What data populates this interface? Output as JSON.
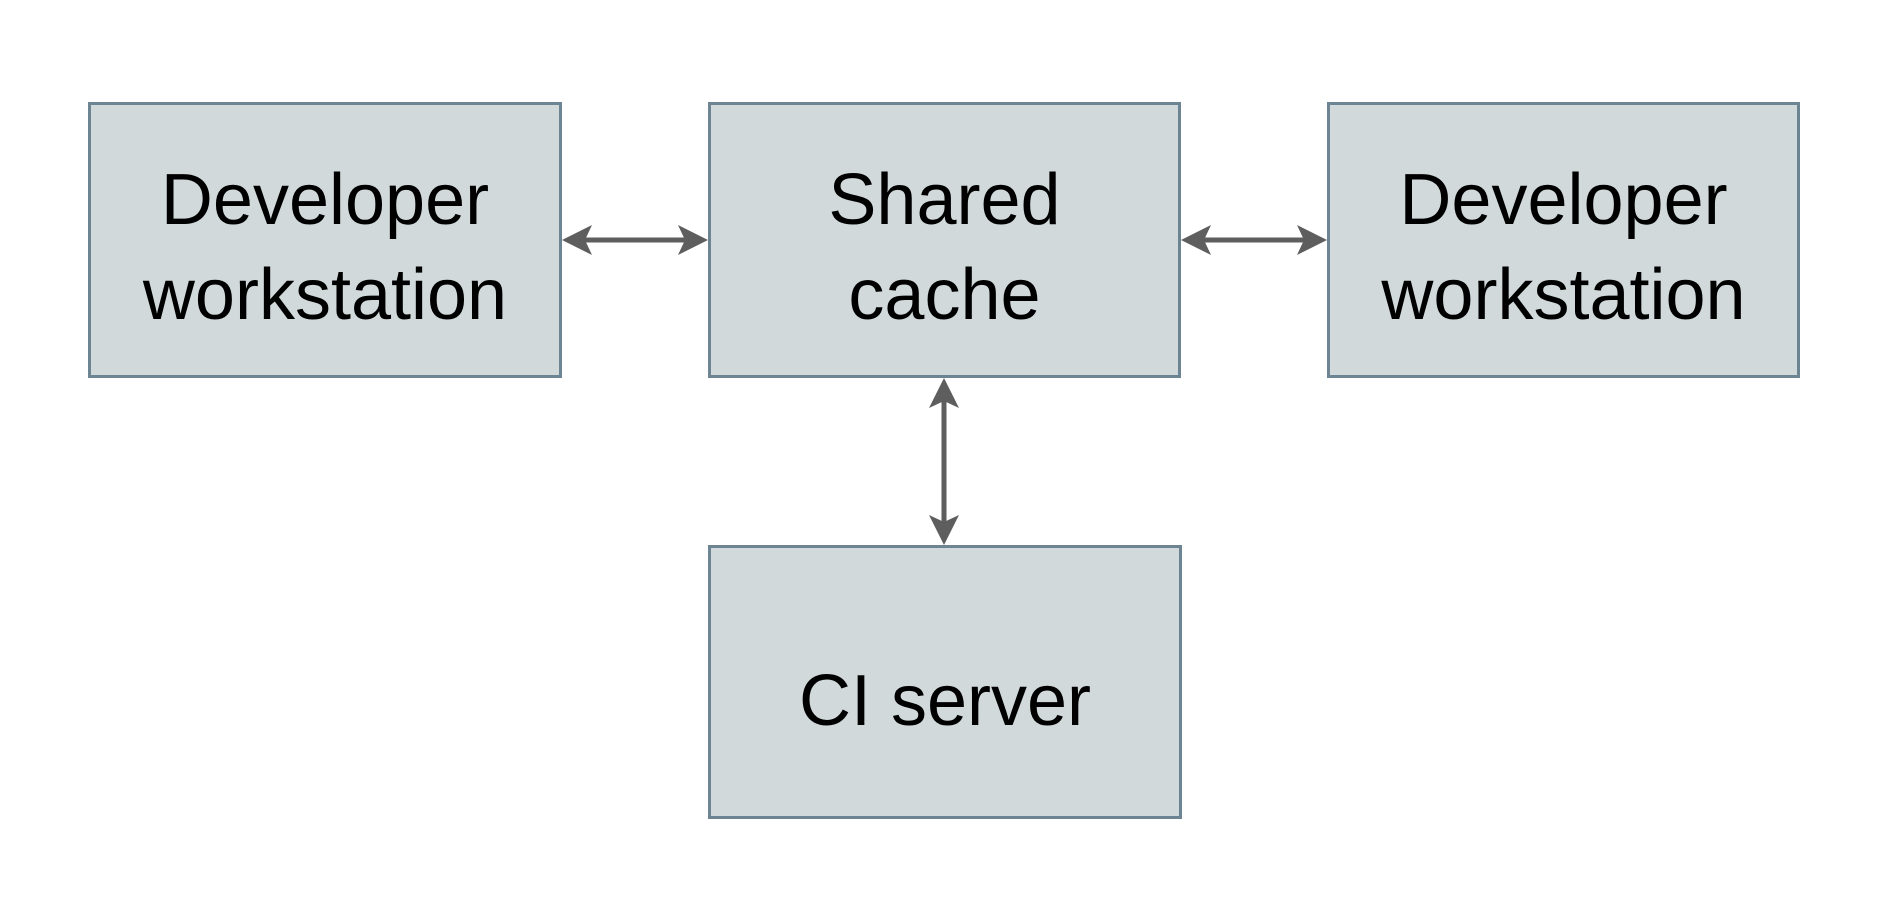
{
  "colors": {
    "background": "#ffffff",
    "node_fill": "#d1d9db",
    "node_border": "#6d8593",
    "arrow": "#5e5e5e",
    "text": "#000000"
  },
  "nodes": {
    "dev_left": {
      "label": "Developer workstation",
      "lines": [
        "Developer",
        "workstation"
      ]
    },
    "shared_cache": {
      "label": "Shared cache",
      "lines": [
        "Shared",
        "cache"
      ]
    },
    "dev_right": {
      "label": "Developer workstation",
      "lines": [
        "Developer",
        "workstation"
      ]
    },
    "ci_server": {
      "label": "CI server",
      "lines": [
        "CI server"
      ]
    }
  },
  "edges": [
    {
      "from": "dev_left",
      "to": "shared_cache",
      "direction": "bidirectional",
      "orientation": "horizontal"
    },
    {
      "from": "shared_cache",
      "to": "dev_right",
      "direction": "bidirectional",
      "orientation": "horizontal"
    },
    {
      "from": "shared_cache",
      "to": "ci_server",
      "direction": "bidirectional",
      "orientation": "vertical"
    }
  ]
}
